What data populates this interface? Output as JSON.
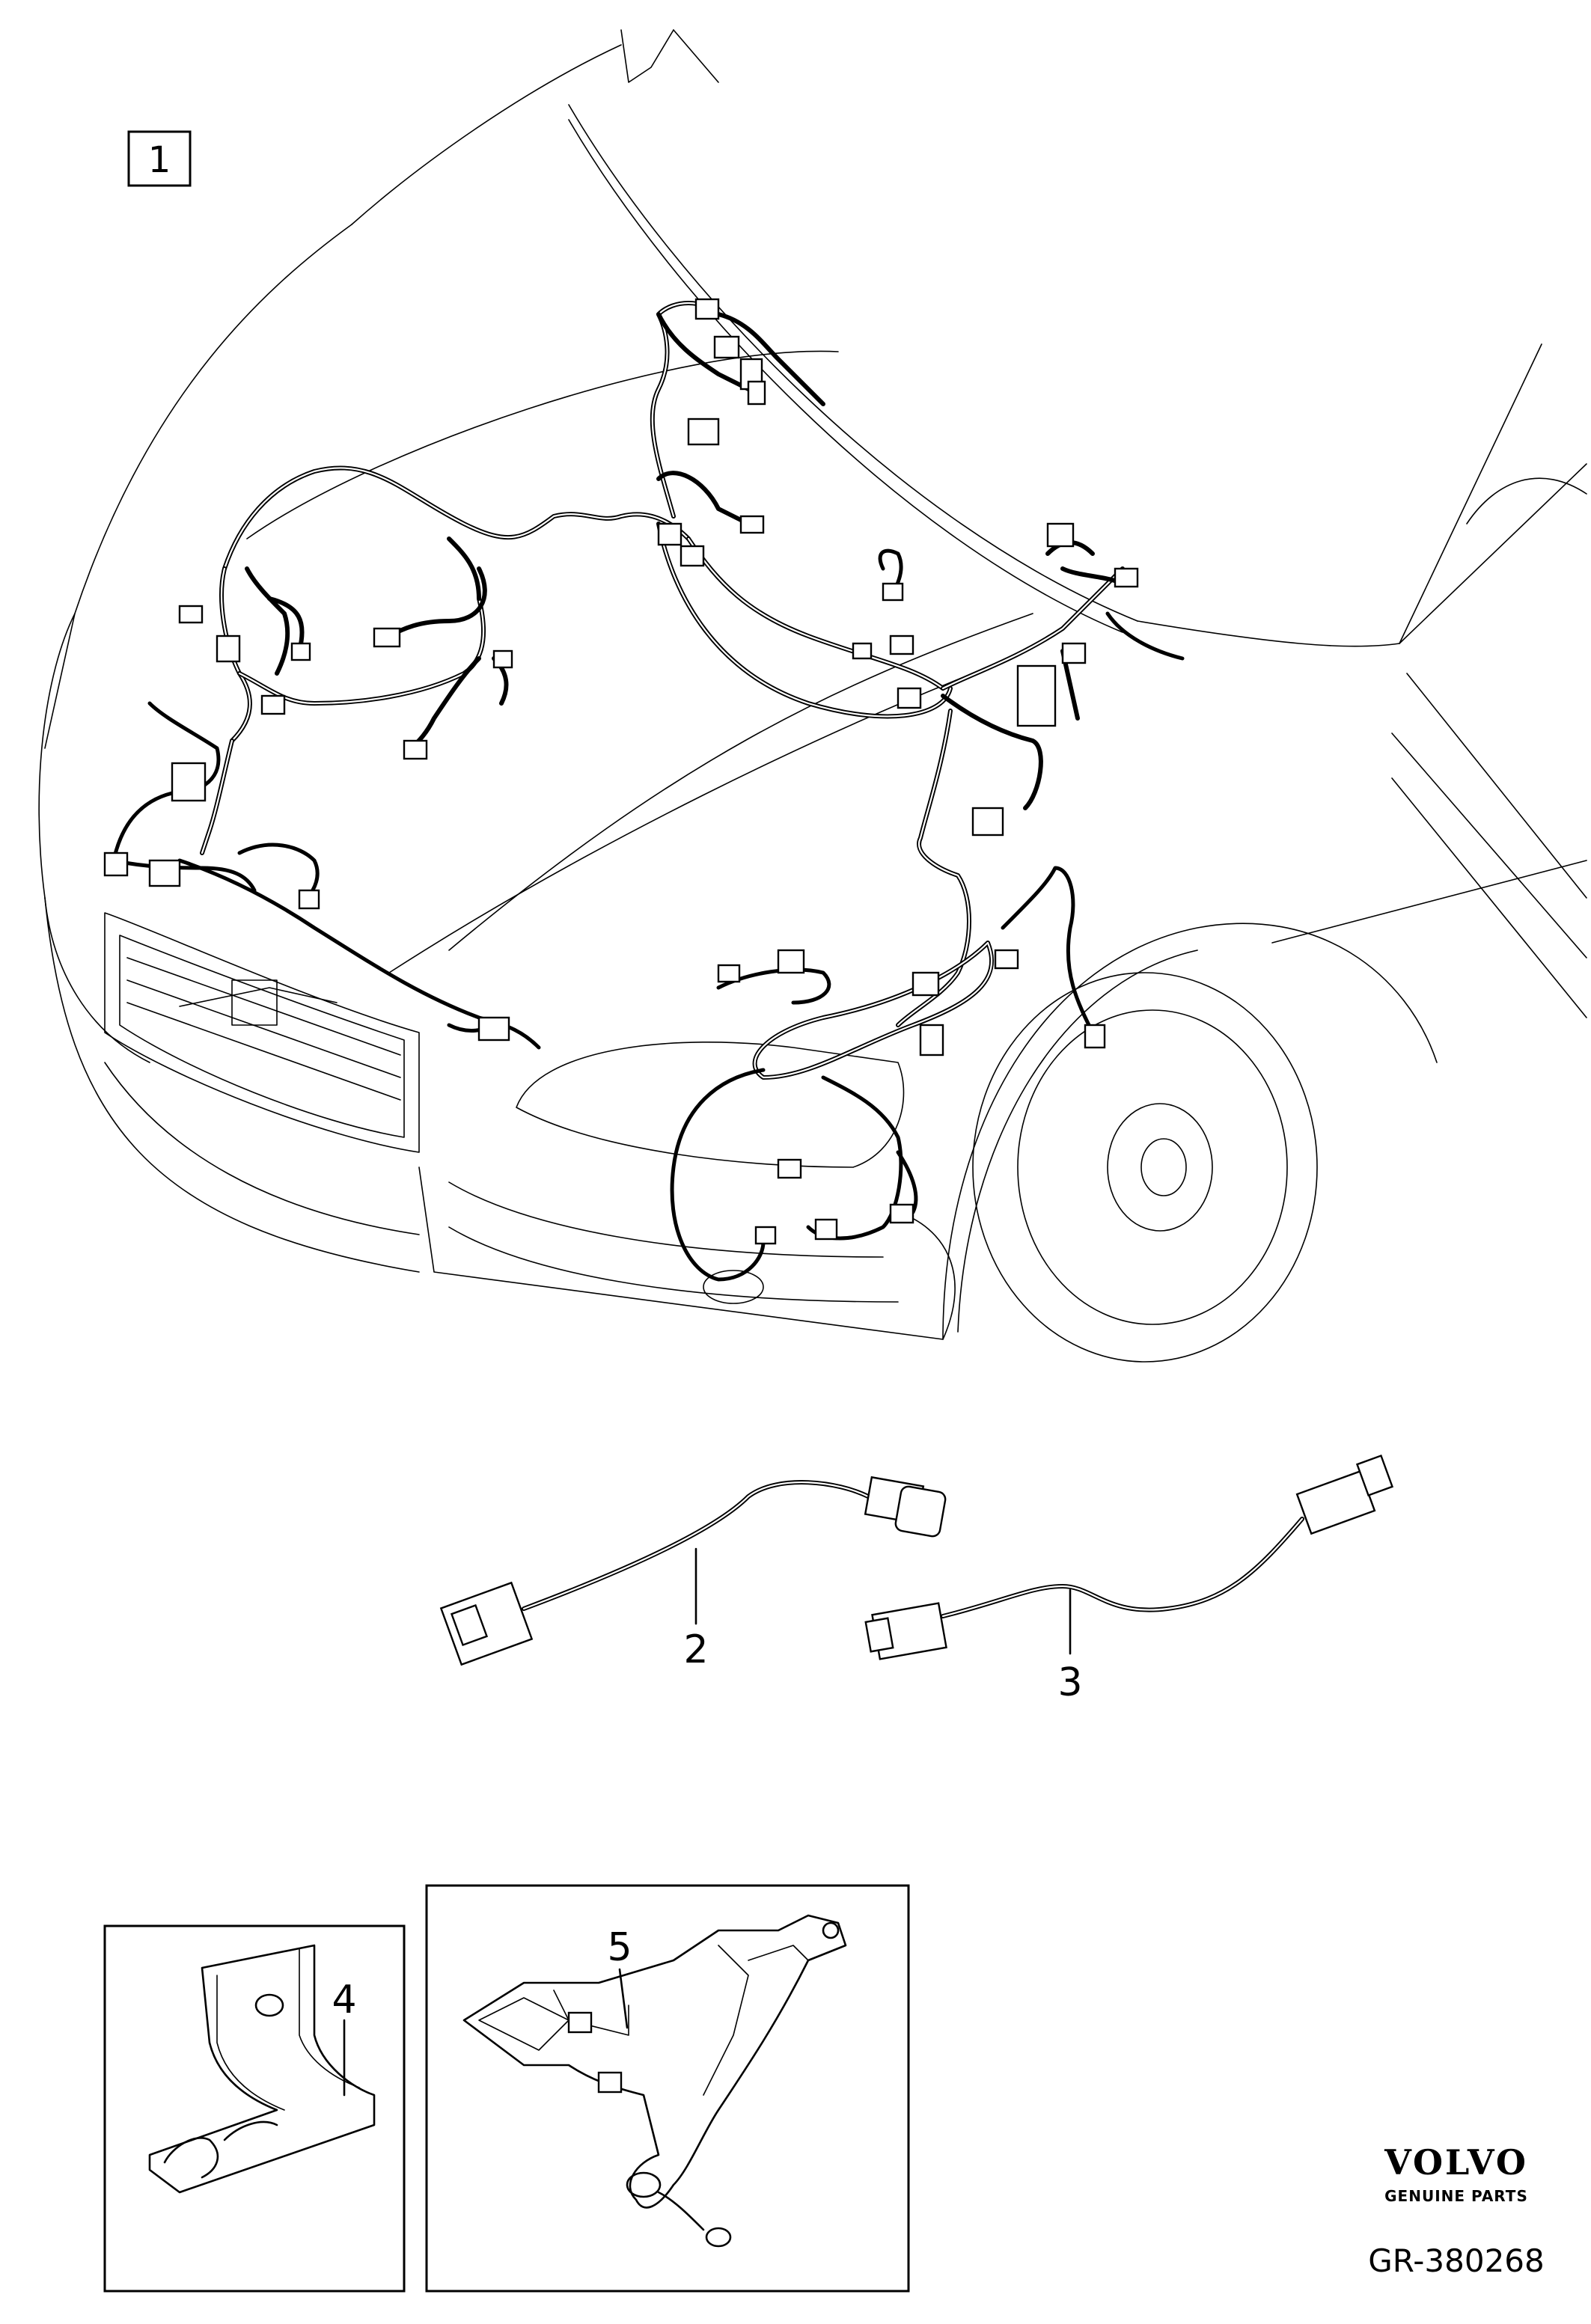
{
  "diagram": {
    "group_box_number": "1",
    "callouts": {
      "part_2": "2",
      "part_3": "3",
      "part_4": "4",
      "part_5": "5"
    },
    "brand": {
      "name": "VOLVO",
      "tagline": "GENUINE PARTS"
    },
    "document_id": "GR-380268"
  }
}
